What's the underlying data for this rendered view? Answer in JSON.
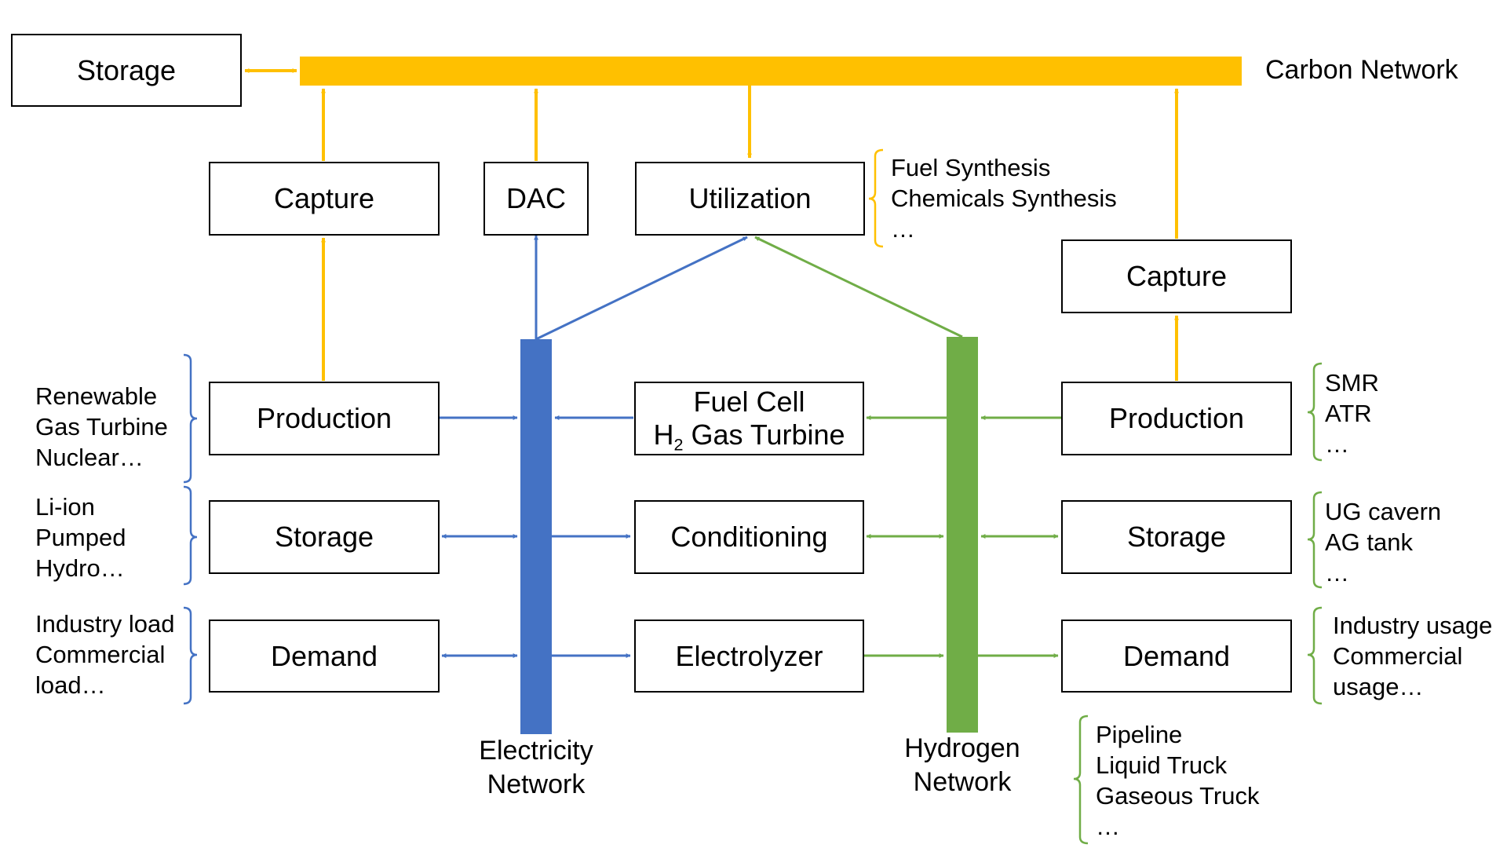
{
  "carbon_network": {
    "label": "Carbon Network",
    "storage": "Storage",
    "capture_left": "Capture",
    "dac": "DAC",
    "utilization": "Utilization",
    "capture_right": "Capture",
    "utilization_notes": [
      "Fuel Synthesis",
      "Chemicals Synthesis",
      "…"
    ]
  },
  "electricity_network": {
    "label_line1": "Electricity",
    "label_line2": "Network",
    "production": "Production",
    "storage": "Storage",
    "demand": "Demand",
    "production_notes": [
      "Renewable",
      "Gas Turbine",
      "Nuclear…"
    ],
    "storage_notes": [
      "Li-ion",
      "Pumped",
      "Hydro…"
    ],
    "demand_notes": [
      "Industry load",
      "Commercial",
      "load…"
    ]
  },
  "conversion": {
    "fuel_cell_line1": "Fuel Cell",
    "fuel_cell_line2_prefix": "H",
    "fuel_cell_line2_sub": "2",
    "fuel_cell_line2_suffix": " Gas Turbine",
    "conditioning": "Conditioning",
    "electrolyzer": "Electrolyzer"
  },
  "hydrogen_network": {
    "label_line1": "Hydrogen",
    "label_line2": "Network",
    "production": "Production",
    "storage": "Storage",
    "demand": "Demand",
    "production_notes": [
      "SMR",
      "ATR",
      "…"
    ],
    "storage_notes": [
      "UG cavern",
      "AG tank",
      "…"
    ],
    "demand_notes": [
      "Industry usage",
      "Commercial",
      "usage…"
    ],
    "transport_notes": [
      "Pipeline",
      "Liquid Truck",
      "Gaseous Truck",
      "…"
    ]
  },
  "colors": {
    "carbon": "#FFC000",
    "electricity": "#4472C4",
    "hydrogen": "#70AD47",
    "box_border": "#000000"
  }
}
